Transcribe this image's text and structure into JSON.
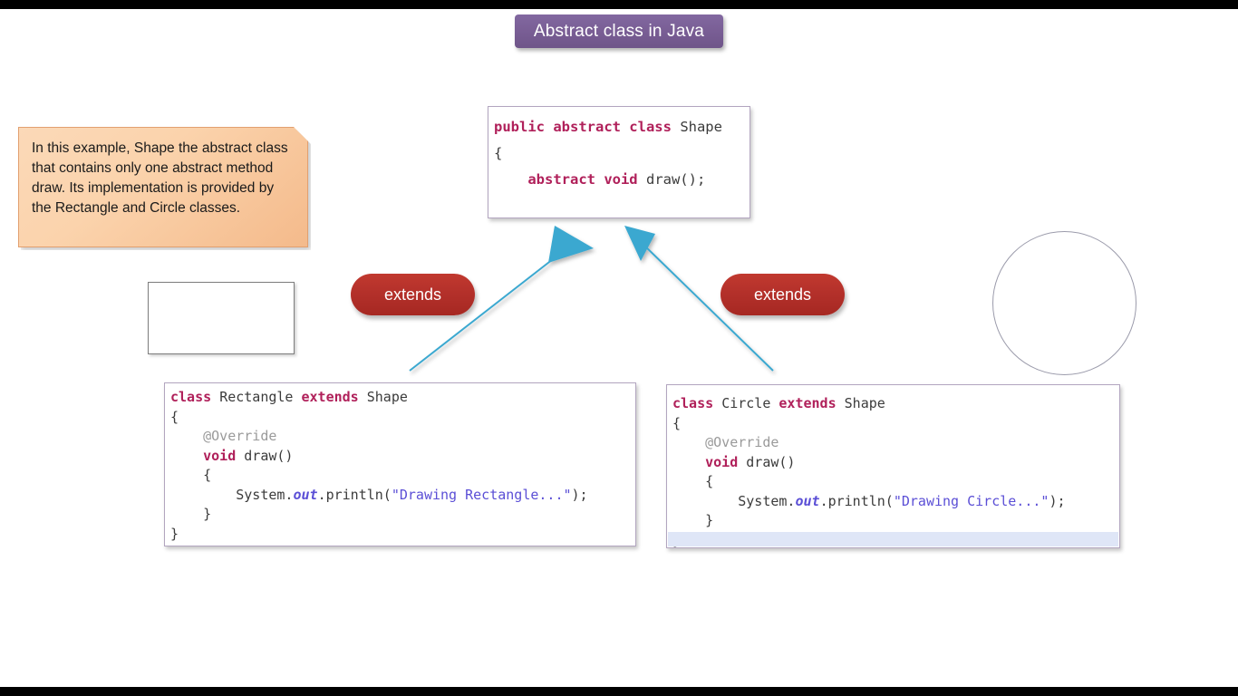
{
  "slide": {
    "title": "Abstract class in Java",
    "background_color": "#ffffff",
    "letterbox_color": "#000000",
    "title_color": "#7a5f96"
  },
  "callout": {
    "text": "In this example, Shape the abstract class that contains only one abstract method draw. Its implementation is provided by the Rectangle and Circle classes.",
    "fill_color": "#f7cda5",
    "border_color": "#e2a070"
  },
  "code_boxes": {
    "shape": {
      "name": "Shape",
      "lines": [
        [
          {
            "t": "public abstract class ",
            "c": "kw"
          },
          {
            "t": "Shape",
            "c": "id"
          }
        ],
        [
          {
            "t": "{",
            "c": "id"
          }
        ],
        [
          {
            "t": "    abstract void ",
            "c": "kw"
          },
          {
            "t": "draw();",
            "c": "id"
          }
        ],
        [
          {
            "t": "",
            "c": "id"
          }
        ],
        [
          {
            "t": "}",
            "c": "id"
          }
        ]
      ]
    },
    "rectangle": {
      "name": "Rectangle",
      "lines": [
        [
          {
            "t": "class ",
            "c": "kw"
          },
          {
            "t": "Rectangle ",
            "c": "id"
          },
          {
            "t": "extends ",
            "c": "kw"
          },
          {
            "t": "Shape",
            "c": "id"
          }
        ],
        [
          {
            "t": "{",
            "c": "id"
          }
        ],
        [
          {
            "t": "    @Override",
            "c": "ann"
          }
        ],
        [
          {
            "t": "    void ",
            "c": "kw"
          },
          {
            "t": "draw()",
            "c": "id"
          }
        ],
        [
          {
            "t": "    {",
            "c": "id"
          }
        ],
        [
          {
            "t": "        System.",
            "c": "id"
          },
          {
            "t": "out",
            "c": "fld"
          },
          {
            "t": ".println(",
            "c": "id"
          },
          {
            "t": "\"Drawing Rectangle...\"",
            "c": "str"
          },
          {
            "t": ");",
            "c": "id"
          }
        ],
        [
          {
            "t": "    }",
            "c": "id"
          }
        ],
        [
          {
            "t": "}",
            "c": "id"
          }
        ]
      ]
    },
    "circle": {
      "name": "Circle",
      "selection_strip_color": "#dfe6f7",
      "lines": [
        [
          {
            "t": "class ",
            "c": "kw"
          },
          {
            "t": "Circle ",
            "c": "id"
          },
          {
            "t": "extends ",
            "c": "kw"
          },
          {
            "t": "Shape",
            "c": "id"
          }
        ],
        [
          {
            "t": "{",
            "c": "id"
          }
        ],
        [
          {
            "t": "    @Override",
            "c": "ann"
          }
        ],
        [
          {
            "t": "    void ",
            "c": "kw"
          },
          {
            "t": "draw()",
            "c": "id"
          }
        ],
        [
          {
            "t": "    {",
            "c": "id"
          }
        ],
        [
          {
            "t": "        System.",
            "c": "id"
          },
          {
            "t": "out",
            "c": "fld"
          },
          {
            "t": ".println(",
            "c": "id"
          },
          {
            "t": "\"Drawing Circle...\"",
            "c": "str"
          },
          {
            "t": ");",
            "c": "id"
          }
        ],
        [
          {
            "t": "    }",
            "c": "id"
          }
        ],
        [
          {
            "t": "}",
            "c": "id"
          }
        ],
        [
          {
            "t": "{",
            "c": "id"
          }
        ]
      ]
    }
  },
  "relations": {
    "left_label": "extends",
    "right_label": "extends",
    "pill_color": "#b3302a",
    "arrow_color": "#3aa8d0"
  },
  "shapes": {
    "blank_rectangle_border": "#7d7d7d",
    "blank_circle_border": "#9b9bab"
  }
}
